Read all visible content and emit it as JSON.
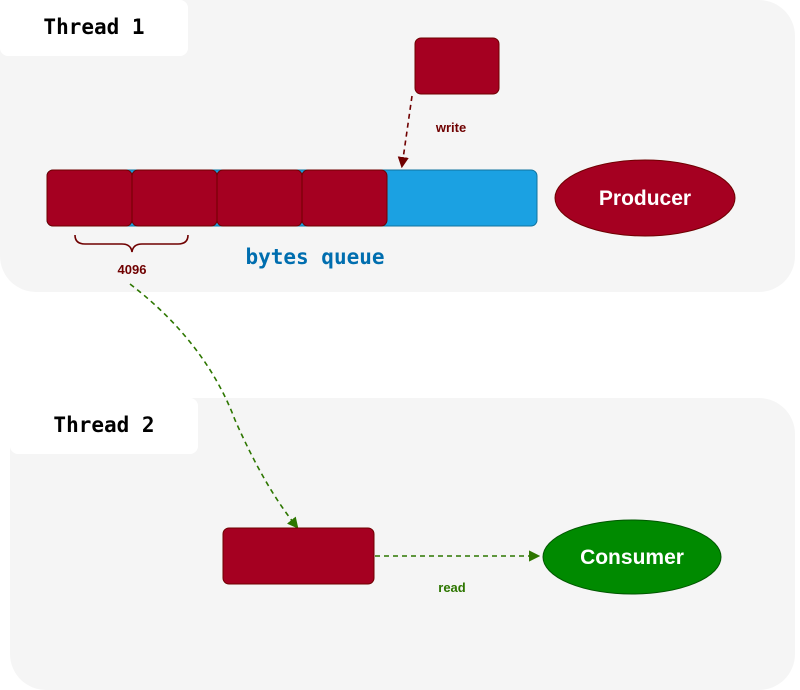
{
  "thread1": {
    "label": "Thread 1"
  },
  "thread2": {
    "label": "Thread 2"
  },
  "queue": {
    "label": "bytes queue",
    "chunk_size_label": "4096"
  },
  "producer": {
    "label": "Producer"
  },
  "consumer": {
    "label": "Consumer"
  },
  "edges": {
    "write_label": "write",
    "read_label": "read"
  },
  "colors": {
    "chunk": "#a50021",
    "queue_free": "#1ba1e2",
    "producer": "#a50021",
    "consumer": "#008a00",
    "queue_label": "#006eaf",
    "write_arrow": "#6f0000",
    "read_arrow": "#2d7600",
    "panel": "#f5f5f5"
  }
}
